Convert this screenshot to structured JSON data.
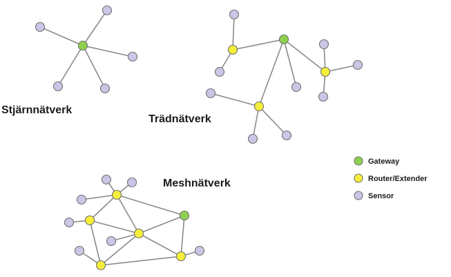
{
  "colors": {
    "gateway": "#8fd14f",
    "router": "#f5ef3a",
    "sensor": "#c9c6e6",
    "edge": "#8a8a8a",
    "outline": "#6e6e6e"
  },
  "diagrams": [
    {
      "id": "star",
      "title": "Stjärnnätverk",
      "nodes": [
        {
          "id": "g",
          "type": "gateway"
        },
        {
          "id": "s1",
          "type": "sensor"
        },
        {
          "id": "s2",
          "type": "sensor"
        },
        {
          "id": "s3",
          "type": "sensor"
        },
        {
          "id": "s4",
          "type": "sensor"
        },
        {
          "id": "s5",
          "type": "sensor"
        }
      ],
      "edges": [
        [
          "g",
          "s1"
        ],
        [
          "g",
          "s2"
        ],
        [
          "g",
          "s3"
        ],
        [
          "g",
          "s4"
        ],
        [
          "g",
          "s5"
        ]
      ]
    },
    {
      "id": "tree",
      "title": "Trädnätverk",
      "nodes": [
        {
          "id": "g",
          "type": "gateway"
        },
        {
          "id": "r1",
          "type": "router"
        },
        {
          "id": "r2",
          "type": "router"
        },
        {
          "id": "r3",
          "type": "router"
        },
        {
          "id": "s1",
          "type": "sensor"
        },
        {
          "id": "s2",
          "type": "sensor"
        },
        {
          "id": "s3",
          "type": "sensor"
        },
        {
          "id": "s4",
          "type": "sensor"
        },
        {
          "id": "s5",
          "type": "sensor"
        },
        {
          "id": "s6",
          "type": "sensor"
        },
        {
          "id": "s7",
          "type": "sensor"
        },
        {
          "id": "s8",
          "type": "sensor"
        },
        {
          "id": "s9",
          "type": "sensor"
        }
      ],
      "edges": [
        [
          "g",
          "r1"
        ],
        [
          "g",
          "r2"
        ],
        [
          "g",
          "r3"
        ],
        [
          "g",
          "s3"
        ],
        [
          "r1",
          "s1"
        ],
        [
          "r1",
          "s2"
        ],
        [
          "r2",
          "s4"
        ],
        [
          "r2",
          "s5"
        ],
        [
          "r2",
          "s6"
        ],
        [
          "r3",
          "s7"
        ],
        [
          "r3",
          "s8"
        ],
        [
          "r3",
          "s9"
        ]
      ]
    },
    {
      "id": "mesh",
      "title": "Meshnätverk",
      "nodes": [
        {
          "id": "g",
          "type": "gateway"
        },
        {
          "id": "r1",
          "type": "router"
        },
        {
          "id": "r2",
          "type": "router"
        },
        {
          "id": "r3",
          "type": "router"
        },
        {
          "id": "r4",
          "type": "router"
        },
        {
          "id": "r5",
          "type": "router"
        },
        {
          "id": "s1",
          "type": "sensor"
        },
        {
          "id": "s2",
          "type": "sensor"
        },
        {
          "id": "s3",
          "type": "sensor"
        },
        {
          "id": "s4",
          "type": "sensor"
        },
        {
          "id": "s5",
          "type": "sensor"
        },
        {
          "id": "s6",
          "type": "sensor"
        },
        {
          "id": "s7",
          "type": "sensor"
        }
      ],
      "edges": [
        [
          "r1",
          "s1"
        ],
        [
          "r1",
          "s2"
        ],
        [
          "r1",
          "s3"
        ],
        [
          "r1",
          "r2"
        ],
        [
          "r1",
          "r3"
        ],
        [
          "r1",
          "g"
        ],
        [
          "r2",
          "s4"
        ],
        [
          "r2",
          "r3"
        ],
        [
          "r2",
          "r4"
        ],
        [
          "r3",
          "g"
        ],
        [
          "r3",
          "r4"
        ],
        [
          "r3",
          "r5"
        ],
        [
          "r3",
          "s6"
        ],
        [
          "r4",
          "s5"
        ],
        [
          "r4",
          "r5"
        ],
        [
          "g",
          "r5"
        ],
        [
          "r5",
          "s7"
        ]
      ]
    }
  ],
  "legend": [
    {
      "type": "gateway",
      "label": "Gateway"
    },
    {
      "type": "router",
      "label": "Router/Extender"
    },
    {
      "type": "sensor",
      "label": "Sensor"
    }
  ]
}
